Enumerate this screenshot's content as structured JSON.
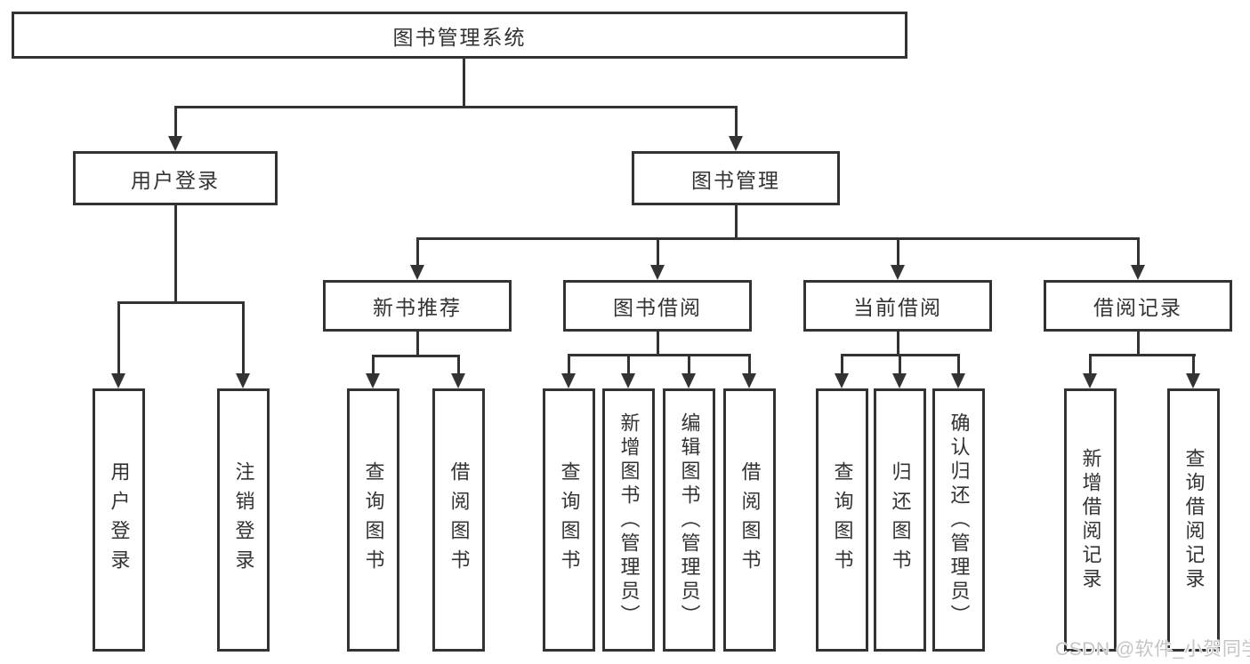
{
  "diagram": {
    "root": "图书管理系统",
    "branches": {
      "user_login": {
        "label": "用户登录",
        "children": [
          "用户登录",
          "注销登录"
        ]
      },
      "book_management": {
        "label": "图书管理",
        "sections": {
          "new_books": {
            "label": "新书推荐",
            "children": [
              "查询图书",
              "借阅图书"
            ]
          },
          "borrowing": {
            "label": "图书借阅",
            "children": [
              "查询图书",
              "新增图书（管理员）",
              "编辑图书（管理员）",
              "借阅图书"
            ]
          },
          "current": {
            "label": "当前借阅",
            "children": [
              "查询图书",
              "归还图书",
              "确认归还（管理员）"
            ]
          },
          "records": {
            "label": "借阅记录",
            "children": [
              "新增借阅记录",
              "查询借阅记录"
            ]
          }
        }
      }
    }
  },
  "watermark": "CSDN @软件_小贺同学",
  "colors": {
    "line": "#333333",
    "background": "#ffffff",
    "watermark_text": "#c5c5c5"
  }
}
